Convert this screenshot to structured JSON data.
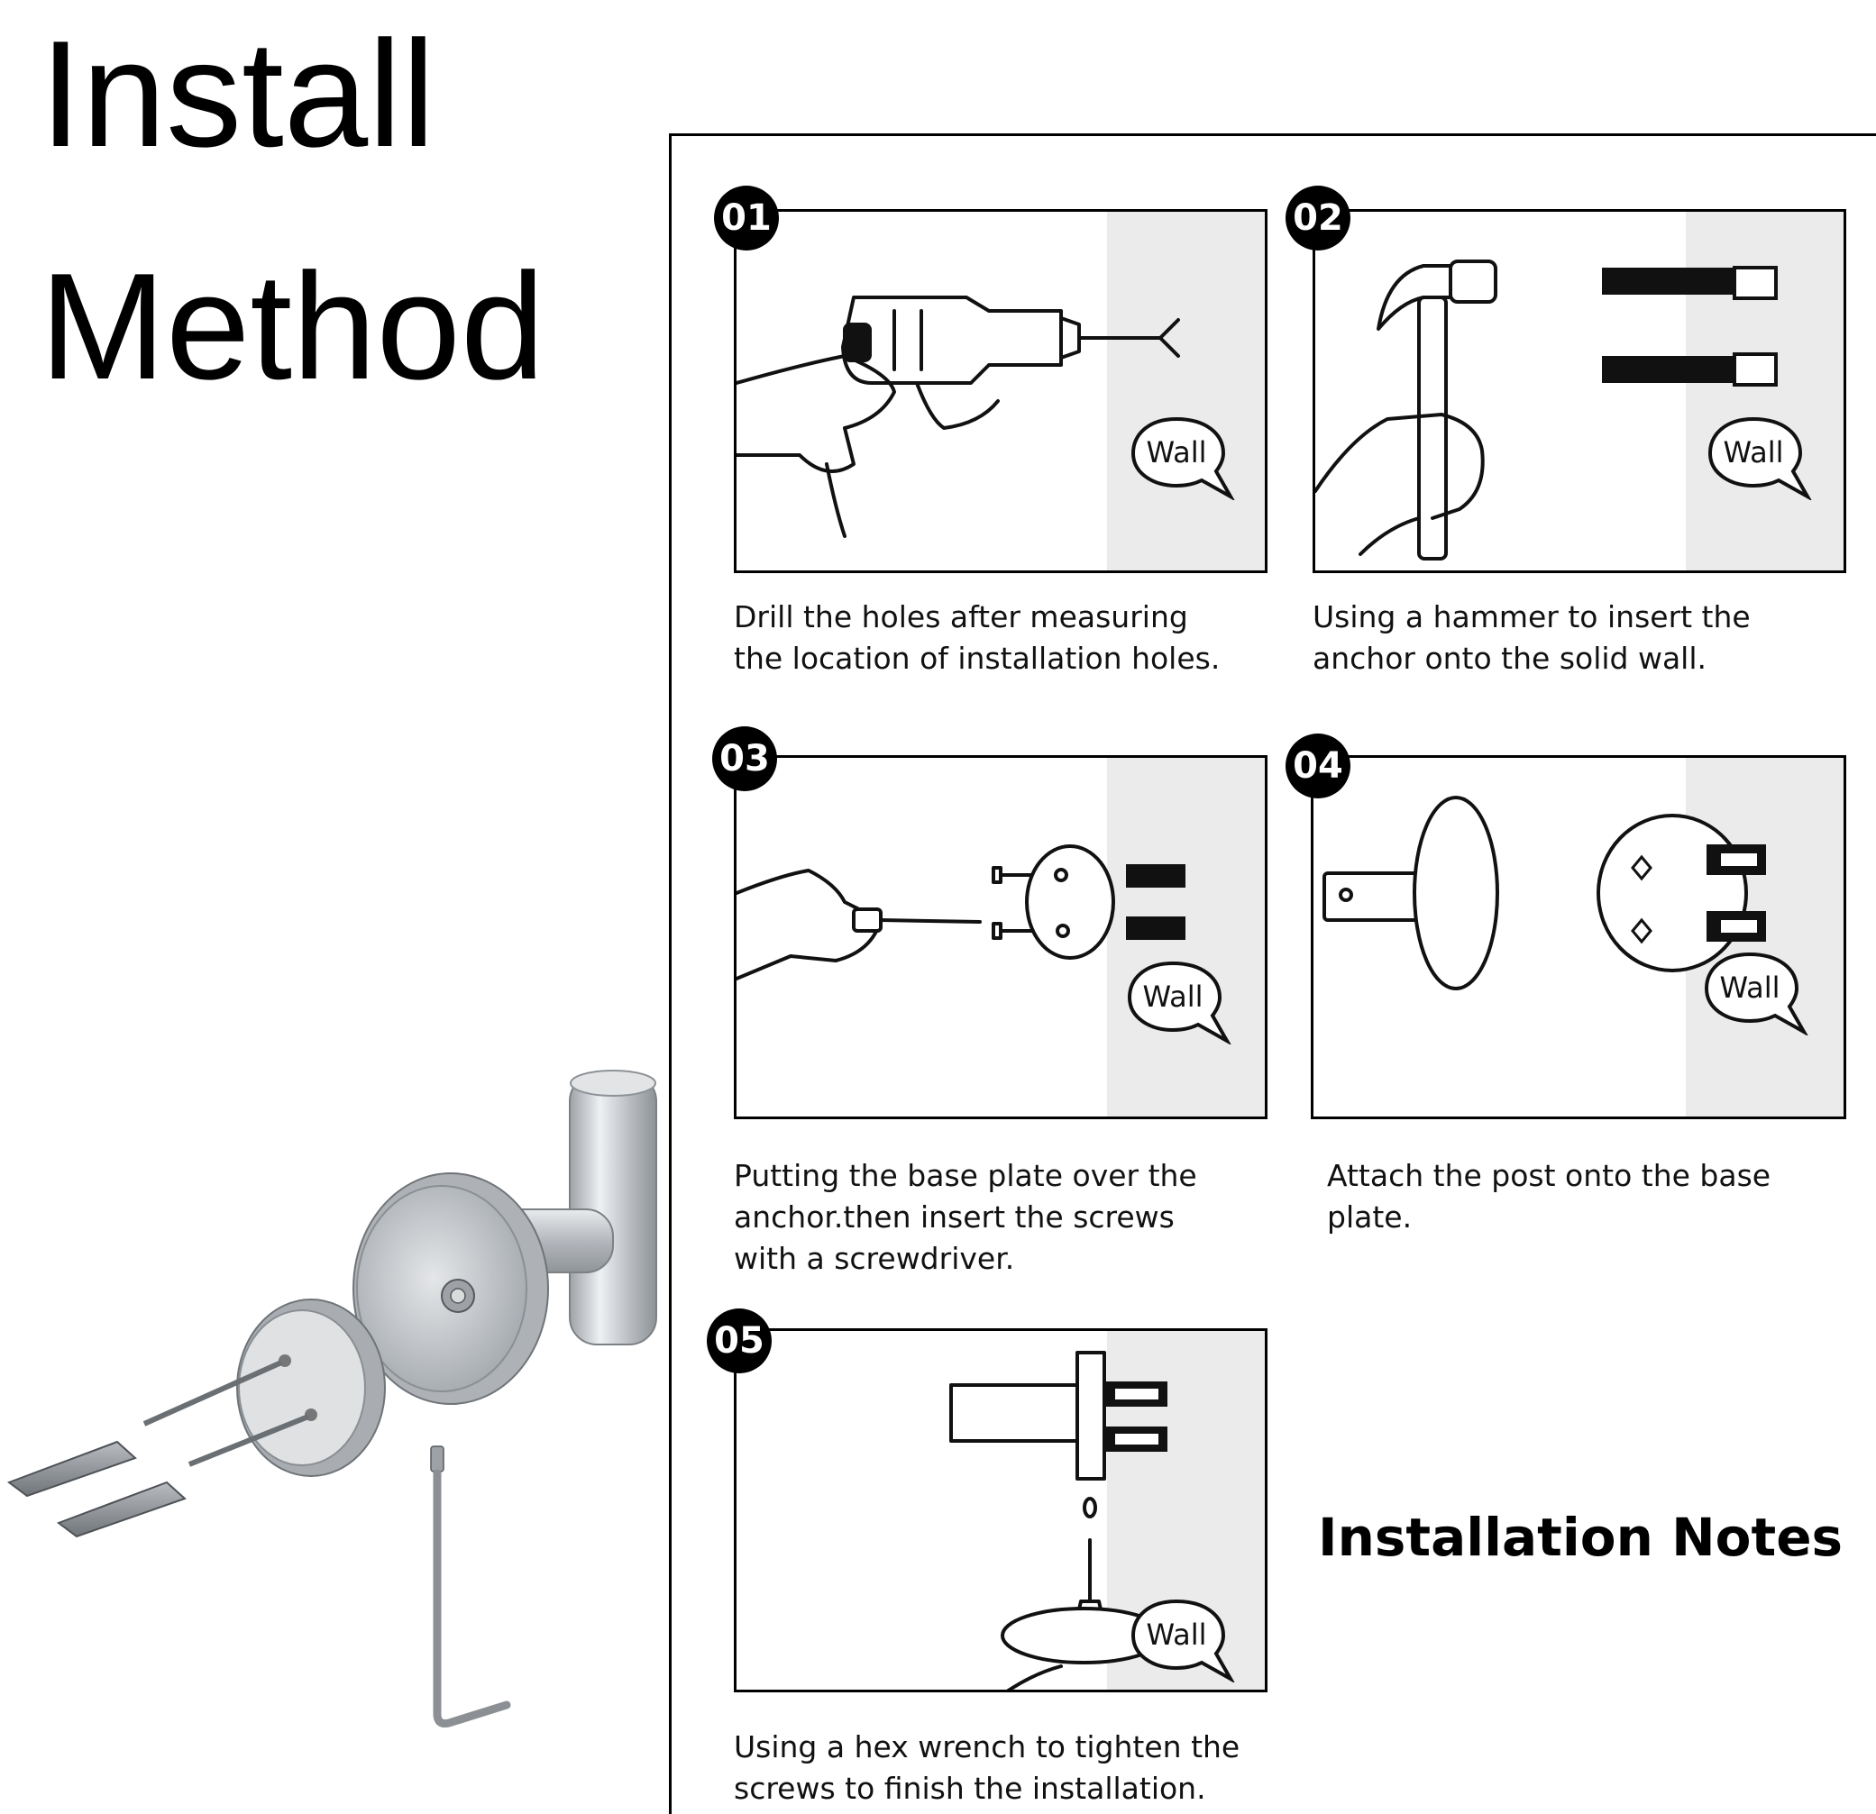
{
  "header": {
    "title_line1": "Install",
    "title_line2": "Method"
  },
  "steps": [
    {
      "number": "01",
      "wall_label": "Wall",
      "caption_line1": "Drill the holes after measuring",
      "caption_line2": "the location of installation holes.",
      "caption_line3": ""
    },
    {
      "number": "02",
      "wall_label": "Wall",
      "caption_line1": "Using a hammer to insert the",
      "caption_line2": "anchor onto the solid wall.",
      "caption_line3": ""
    },
    {
      "number": "03",
      "wall_label": "Wall",
      "caption_line1": "Putting the base plate over the",
      "caption_line2": "anchor.then insert the screws",
      "caption_line3": "with a screwdriver."
    },
    {
      "number": "04",
      "wall_label": "Wall",
      "caption_line1": "Attach the post onto the base",
      "caption_line2": "plate.",
      "caption_line3": ""
    },
    {
      "number": "05",
      "wall_label": "Wall",
      "caption_line1": "Using a hex wrench to tighten the",
      "caption_line2": "screws to finish the installation.",
      "caption_line3": ""
    }
  ],
  "notes_heading": "Installation Notes",
  "colors": {
    "ink": "#000000",
    "wall_shade": "#ebebeb",
    "metal": "#c9ccd0"
  }
}
